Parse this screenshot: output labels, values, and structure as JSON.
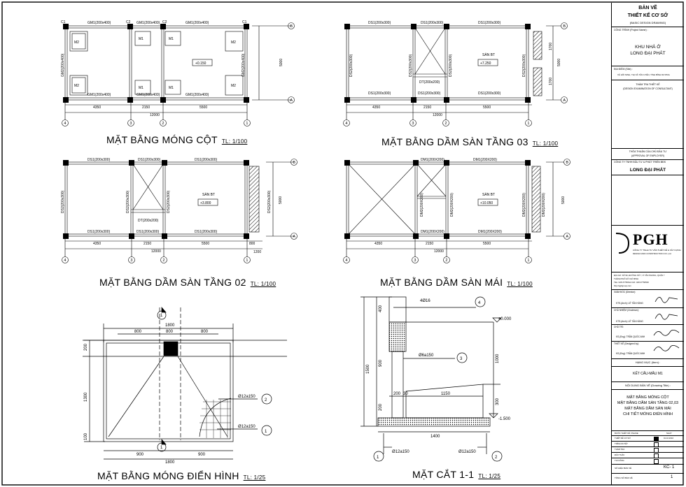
{
  "views": {
    "p1_title": "MẶT BẰNG MÓNG CỘT",
    "p1_scale": "TL: 1/100",
    "p2_title": "MẶT BẰNG DẦM SÀN TẦNG  03",
    "p2_scale": "TL: 1/100",
    "p3_title": "MẶT BẰNG DẦM SÀN TẦNG 02",
    "p3_scale": "TL: 1/100",
    "p4_title": "MẶT BẰNG DẦM SÀN MÁI",
    "p4_scale": "TL: 1/100",
    "p5_title": "MẶT BẰNG MÓNG ĐIỂN HÌNH",
    "p5_scale": "TL: 1/25",
    "p6_title": "MẶT CẮT 1-1",
    "p6_scale": "TL: 1/25"
  },
  "plan1": {
    "beam_top": [
      "GM1(200x400)",
      "GM1(200x400)",
      "GM1(200x400)"
    ],
    "beam_bot": [
      "GM1(200x400)",
      "GM1(200x400)",
      "GM1(200x400)"
    ],
    "beam_side": "GM2(200x400)",
    "col": [
      "C1",
      "C2",
      "C2",
      "C1"
    ],
    "foot": [
      "M2",
      "M1",
      "M1",
      "M2"
    ],
    "level": "+0.150"
  },
  "plan2": {
    "beam_top": [
      "DS1(200x300)",
      "DS1(200x300)",
      "DS1(200x300)"
    ],
    "beam_bot": [
      "DS1(200x300)",
      "DS1(200x300)",
      "DS1(200x300)"
    ],
    "beam_side": "DS2(200x300)",
    "dt": "DT(200x200)",
    "slab": "SÀN BT",
    "level": "+7.250",
    "side_dims": [
      "1700",
      "1700"
    ]
  },
  "plan3": {
    "beam_top": [
      "DS1(200x300)",
      "DS1(200x300)",
      "DS1(200x300)"
    ],
    "beam_bot": [
      "DS1(200x300)",
      "DS1(200x300)",
      "DS1(200x300)"
    ],
    "beam_side": "DS2(200x300)",
    "dt": "DT(200x200)",
    "slab": "SÀN BT",
    "level": "+3.800"
  },
  "plan4": {
    "beam_top": [
      "DM1(200X200)",
      "DM1(200X200)"
    ],
    "beam_bot": [
      "DM1(200X200)",
      "DM1(200X200)"
    ],
    "beam_side": "DM2(200X200)",
    "slab": "SÀN BT",
    "level": "+10.050"
  },
  "dims": {
    "spans": [
      "4350",
      "2150",
      "5500"
    ],
    "total": "12000",
    "depth": "5000",
    "small": [
      "800",
      "1200"
    ],
    "axes": [
      "4",
      "3",
      "2",
      "1"
    ],
    "axesA": "A",
    "axesB": "B"
  },
  "footing": {
    "marker": "1",
    "top_dims": [
      "800",
      "800",
      "800"
    ],
    "bot_dims": [
      "900",
      "900"
    ],
    "total": "1800",
    "side": [
      "200",
      "1300",
      "100"
    ],
    "rebar1": "Ø12a150",
    "rebar2": "Ø12a150",
    "tag1": "1",
    "tag2": "2"
  },
  "section": {
    "bar_top": "4Ø16",
    "stirrup": "Ø6a150",
    "tag4": "4",
    "tag3": "3",
    "tag1": "1",
    "tag2": "2",
    "level_top": "±0.000",
    "level_bot": "-1.500",
    "dims_v": [
      "400",
      "900",
      "200",
      "1500",
      "1000",
      "300"
    ],
    "dims_h": [
      "200",
      "30",
      "1150"
    ],
    "width": "1400",
    "rebar_l": "Ø12a150",
    "rebar_r": "Ø12a150"
  },
  "titleblock": {
    "head1": "BẢN VẼ",
    "head2": "THIẾT KẾ CƠ SỞ",
    "head3": "(BASIC DESIGN DRAWING)",
    "proj_label": "CÔNG TRÌNH (Project Name) :",
    "proj1": "KHU NHÀ Ở",
    "proj2": "LONG ĐẠI PHÁT",
    "site_label": "ĐỊA ĐIỂM (Site) :",
    "site": "XÃ HỒI NINH, THỊ XÃ TÂN UYÊN, TỈNH BÌNH DƯƠNG",
    "exam1": "THẨM TRA THIẾT KẾ",
    "exam2": "(DESIGN EXAMINATION OF CONSULTANT)",
    "appr1": "THỎA THUẬN CỦA CHỦ ĐẦU TƯ",
    "appr2": "(APPROVAL OF EMPLOYER)",
    "owner1": "CÔNG TY TNHH ĐẦU TƯ & PHÁT TRIỂN BĐS",
    "owner2": "LONG ĐẠI PHÁT",
    "logo": "PGH",
    "logo_sub1": "CÔNG TY TNHH TƯ VẤN THIẾT KẾ & XÂY DỰNG",
    "logo_sub2": "DESIGN AND CONSTRUCTION CO.,Ltd",
    "addr1": "ĐỊA CHỈ: SỐ 99, ĐƯỜNG SỐ 7, P. TÂN PHONG, QUẬN 7",
    "addr2": "THÀNH PHỐ HỒ CHÍ MINH",
    "addr3": "TEL: 028.37756611  FAX: 028.37756500",
    "addr4": "http://pghgroup.com",
    "r1a": "GIÁM ĐỐC (Director):",
    "r1b": "KTS.(Arch): LÊ TẤN HÙNG",
    "r2a": "CHỦ NHIỆM (Chairman):",
    "r2b": "KTS.(Arch): LÊ TẤN HÙNG",
    "r3a": "CHỦ TRÌ:",
    "r3b": "KS.(Eng): TRẦN QUỐC ANH",
    "r4a": "THIẾT KẾ (Designed by):",
    "r4b": "KS.(Eng): TRẦN QUỐC ANH",
    "item_label": "HẠNG MỤC (Item) :",
    "item": "KẾT CẤU-MẪU M1",
    "cont_label": "NỘI DUNG BẢN VẼ (Drawing Title) :",
    "cont1": "MẶT BẰNG MÓNG CỘT",
    "cont2": "MẶT BẰNG DẦM SÀN TẦNG 02,03",
    "cont3": "MẶT BẰNG DẦM SÀN MÁI",
    "cont4": "CHI TIẾT MÓNG ĐIỂN HÌNH",
    "phase_h1": "BƯỚC THIẾT KẾ / PHASE",
    "phase_h2": "NGÀY",
    "phase_date": "01.10.2016",
    "phases": [
      "THIẾT KẾ CƠ SỞ",
      "TRÌNH DUYỆT",
      "THẨM TRA",
      "ĐẤU THẦU",
      "THI CÔNG"
    ],
    "sheet_label": "SỐ HIỆU BẢN VẼ",
    "sheet": "KC- 1",
    "total_label": "TỔNG SỐ BẢN VẼ",
    "total": "1"
  }
}
